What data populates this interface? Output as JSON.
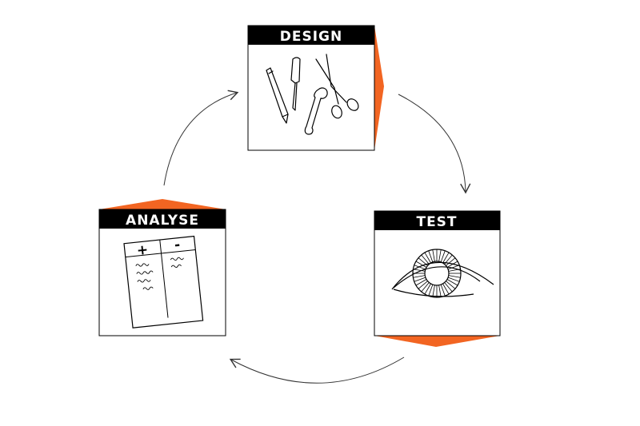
{
  "diagram": {
    "title": "",
    "stages": [
      {
        "id": "design",
        "label": "DESIGN",
        "icon": "tools-icon"
      },
      {
        "id": "test",
        "label": "TEST",
        "icon": "eye-icon"
      },
      {
        "id": "analyse",
        "label": "ANALYSE",
        "icon": "checklist-icon"
      }
    ],
    "checklist": {
      "plus": "+",
      "minus": "-"
    },
    "colors": {
      "accent": "#f26522",
      "header": "#000000",
      "stroke": "#000000",
      "arrow": "#333333"
    }
  }
}
